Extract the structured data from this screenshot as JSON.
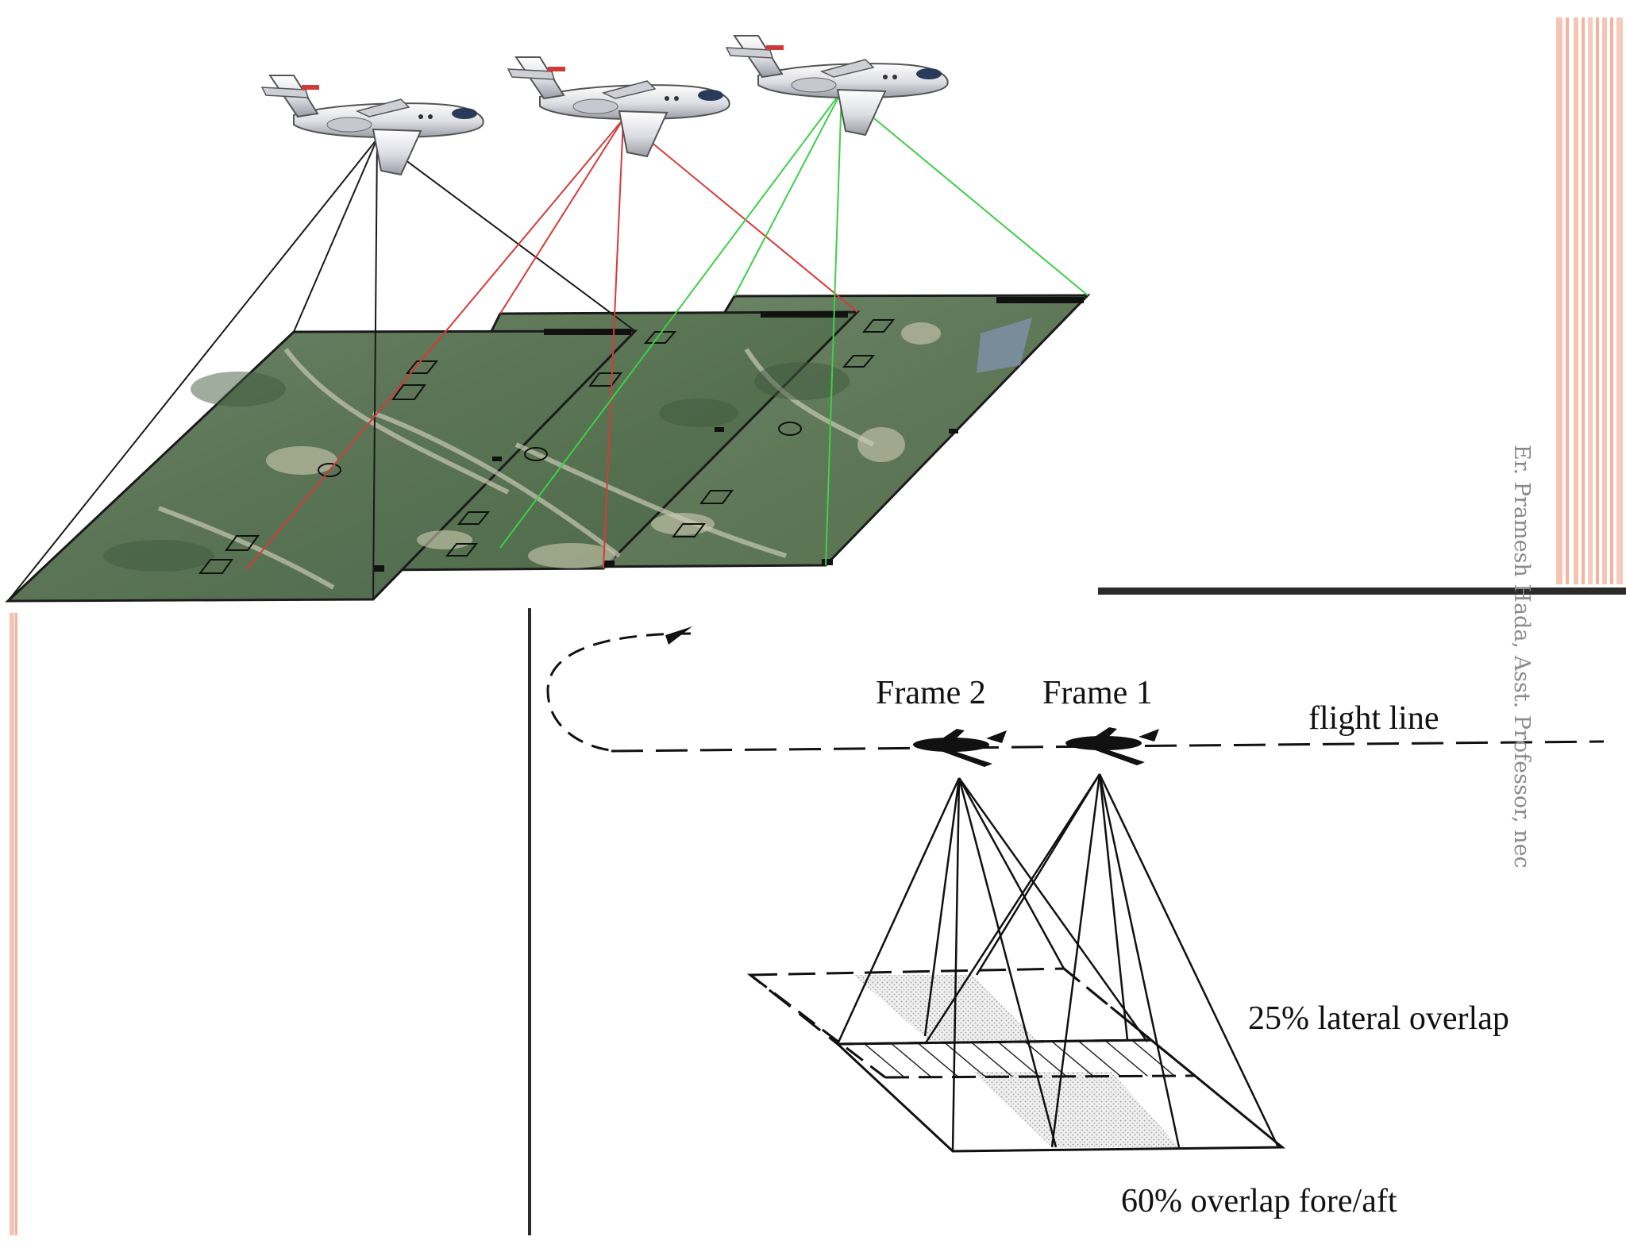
{
  "side_credit": "Er. Pramesh Hada, Asst. Professor, nec",
  "diagram": {
    "frame_2_label": "Frame 2",
    "frame_1_label": "Frame 1",
    "flight_line_label": "flight line",
    "lateral_overlap_label": "25% lateral overlap",
    "fore_aft_overlap_label": "60% overlap fore/aft"
  },
  "colors": {
    "left_sight_lines": "#1a1a1a",
    "middle_sight_lines": "#d63a3a",
    "right_sight_lines": "#3ecf4a",
    "accent_stripes": "#f3b39e",
    "divider": "#2b2b2b"
  }
}
